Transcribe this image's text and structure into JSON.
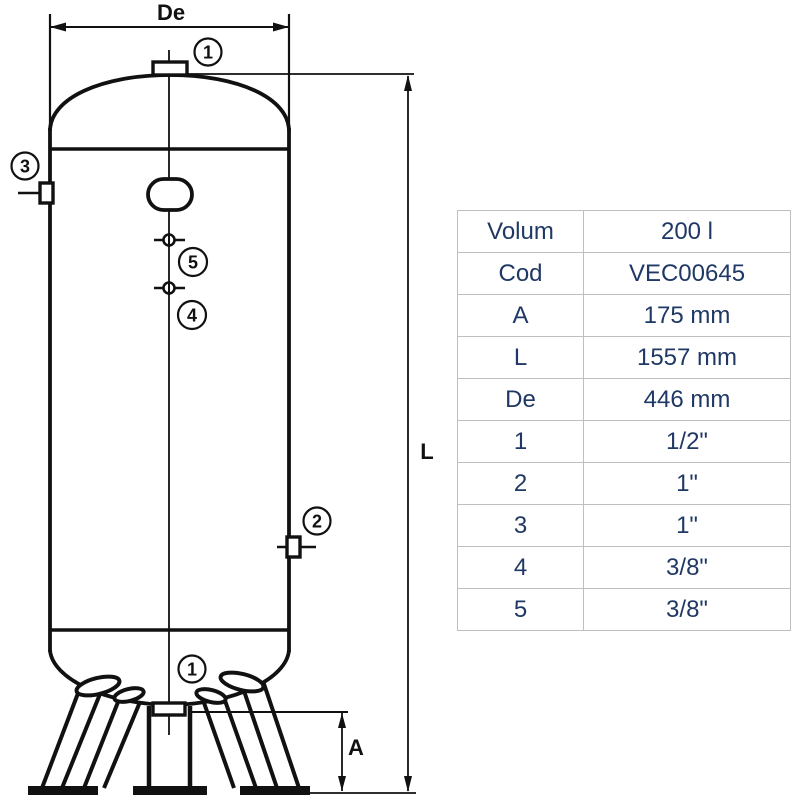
{
  "drawing": {
    "dimensions": {
      "diameter_label": "De",
      "total_height_label": "L",
      "leg_height_label": "A"
    },
    "callouts": {
      "top_port": "1",
      "left_port": "3",
      "upper_center_port": "5",
      "lower_center_port": "4",
      "right_port": "2",
      "bottom_port": "1"
    },
    "line_color": "#111111"
  },
  "table": {
    "text_color": "#1f3864",
    "border_color": "#bfbfbf",
    "rows": [
      {
        "label": "Volum",
        "value": "200 l"
      },
      {
        "label": "Cod",
        "value": "VEC00645"
      },
      {
        "label": "A",
        "value": "175 mm"
      },
      {
        "label": "L",
        "value": "1557 mm"
      },
      {
        "label": "De",
        "value": "446 mm"
      },
      {
        "label": "1",
        "value": "1/2\""
      },
      {
        "label": "2",
        "value": "1\""
      },
      {
        "label": "3",
        "value": "1\""
      },
      {
        "label": "4",
        "value": "3/8\""
      },
      {
        "label": "5",
        "value": "3/8\""
      }
    ]
  }
}
